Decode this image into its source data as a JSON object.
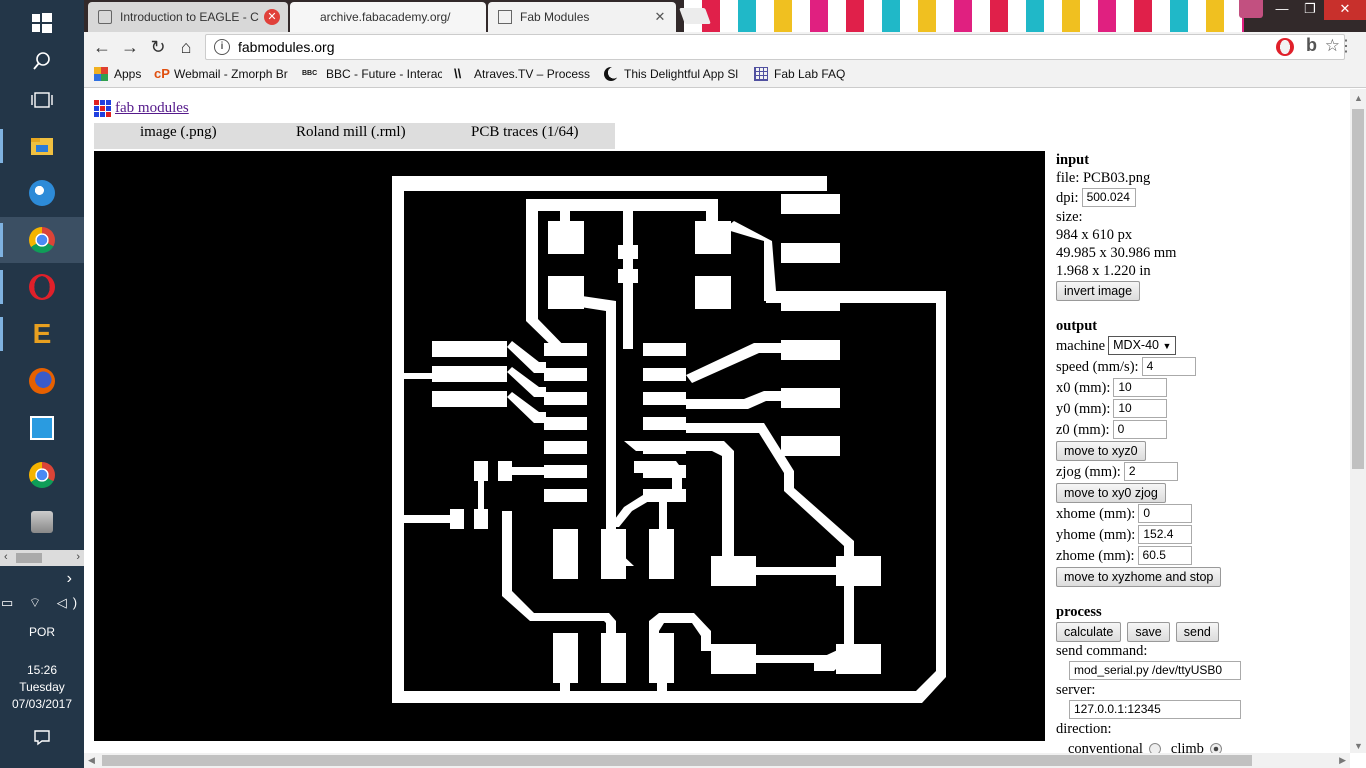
{
  "taskbar": {
    "language": "POR",
    "time": "15:26",
    "day": "Tuesday",
    "date": "07/03/2017"
  },
  "browser": {
    "tabs": [
      {
        "title": "Introduction to EAGLE - C"
      },
      {
        "title": "archive.fabacademy.org/"
      },
      {
        "title": "Fab Modules"
      }
    ],
    "url": "fabmodules.org",
    "bookmarks": [
      {
        "label": "Apps"
      },
      {
        "label": "Webmail - Zmorph Br"
      },
      {
        "label": "BBC - Future - Interac"
      },
      {
        "label": "Atraves.TV – Processo"
      },
      {
        "label": "This Delightful App Sl"
      },
      {
        "label": "Fab Lab FAQ"
      }
    ]
  },
  "page": {
    "brand": "fab modules",
    "menus": [
      "image (.png)",
      "Roland mill (.rml)",
      "PCB traces (1/64)"
    ],
    "input": {
      "heading": "input",
      "file": "file: PCB03.png",
      "dpi_label": "dpi:",
      "dpi_value": "500.024",
      "size_label": "size:",
      "size_px": "984 x 610 px",
      "size_mm": "49.985 x 30.986 mm",
      "size_in": "1.968 x 1.220 in",
      "invert_button": "invert image"
    },
    "output": {
      "heading": "output",
      "machine_label": "machine",
      "machine_value": "MDX-40",
      "speed_label": "speed (mm/s):",
      "speed_value": "4",
      "x0_label": "x0 (mm):",
      "x0_value": "10",
      "y0_label": "y0 (mm):",
      "y0_value": "10",
      "z0_label": "z0 (mm):",
      "z0_value": "0",
      "move_xyz0": "move to xyz0",
      "zjog_label": "zjog (mm):",
      "zjog_value": "2",
      "move_xy0_zjog": "move to xy0 zjog",
      "xhome_label": "xhome (mm):",
      "xhome_value": "0",
      "yhome_label": "yhome (mm):",
      "yhome_value": "152.4",
      "zhome_label": "zhome (mm):",
      "zhome_value": "60.5",
      "move_home": "move to xyzhome and stop"
    },
    "process": {
      "heading": "process",
      "calculate": "calculate",
      "save": "save",
      "send": "send",
      "send_command_label": "send command:",
      "send_command_value": "mod_serial.py /dev/ttyUSB0",
      "server_label": "server:",
      "server_value": "127.0.0.1:12345",
      "direction_label": "direction:",
      "conventional": "conventional",
      "climb": "climb"
    }
  }
}
